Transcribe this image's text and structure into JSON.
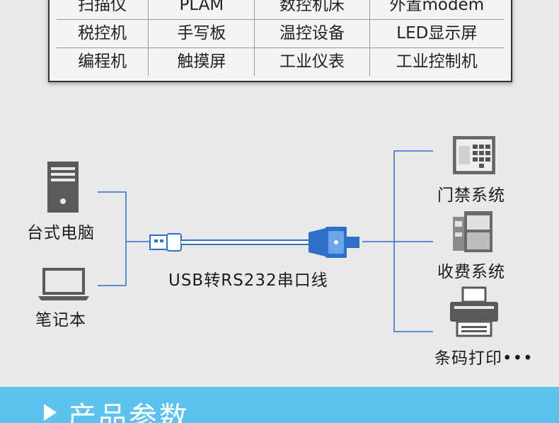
{
  "table": {
    "rows": [
      [
        "扫描仪",
        "PLAM",
        "数控机床",
        "外置modem"
      ],
      [
        "税控机",
        "手写板",
        "温控设备",
        "LED显示屏"
      ],
      [
        "编程机",
        "触摸屏",
        "工业仪表",
        "工业控制机"
      ]
    ]
  },
  "diagram": {
    "left_devices": {
      "desktop": "台式电脑",
      "laptop": "笔记本"
    },
    "cable_label": "USB转RS232串口线",
    "right_devices": {
      "access": "门禁系统",
      "cashier": "收费系统",
      "printer": "条码打印•••"
    },
    "line_color": "#2d6fc9"
  },
  "section": {
    "title": "产品参数"
  }
}
